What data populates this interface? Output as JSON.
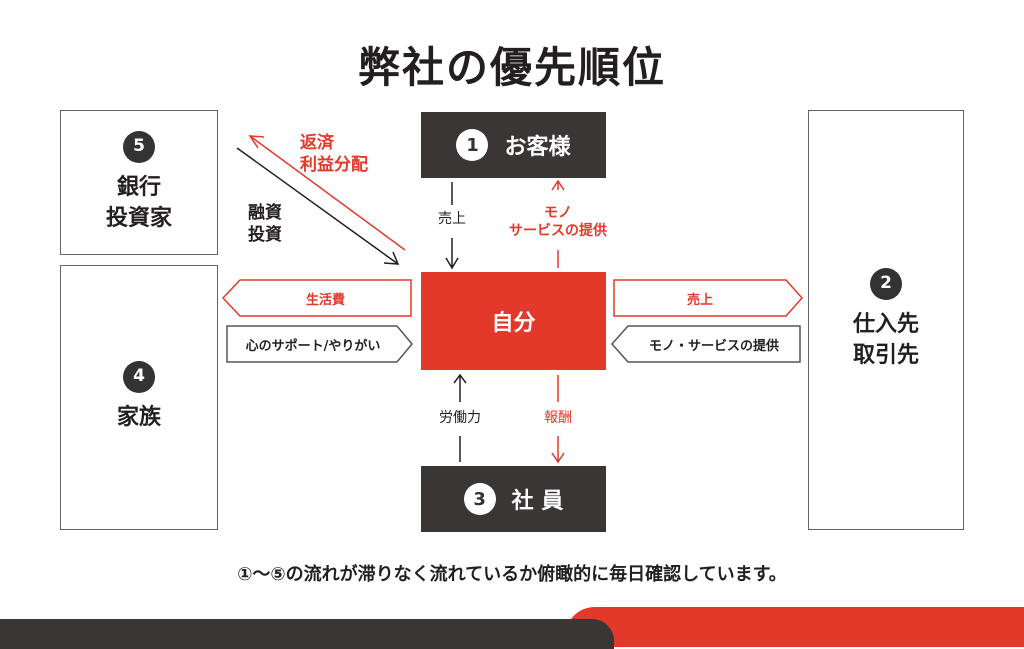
{
  "title": "弊社の優先順位",
  "parties": {
    "customer": {
      "number": "1",
      "label": "お客様"
    },
    "supplier": {
      "number": "2",
      "label_line1": "仕入先",
      "label_line2": "取引先"
    },
    "employee": {
      "number": "3",
      "label": "社 員"
    },
    "family": {
      "number": "4",
      "label": "家族"
    },
    "bank": {
      "number": "5",
      "label_line1": "銀行",
      "label_line2": "投資家"
    },
    "self": {
      "label": "自分"
    }
  },
  "flows": {
    "repay_line1": "返済",
    "repay_line2": "利益分配",
    "finance_line1": "融資",
    "finance_line2": "投資",
    "customer_sales": "売上",
    "customer_goods_line1": "モノ",
    "customer_goods_line2": "サービスの提供",
    "living_cost": "生活費",
    "support": "心のサポート/やりがい",
    "supplier_sales": "売上",
    "supplier_goods": "モノ・サービスの提供",
    "labor": "労働力",
    "reward": "報酬"
  },
  "footer": "①〜⑤の流れが滞りなく流れているか俯瞰的に毎日確認しています。",
  "colors": {
    "accent": "#e3392b",
    "dark": "#3a3636"
  }
}
